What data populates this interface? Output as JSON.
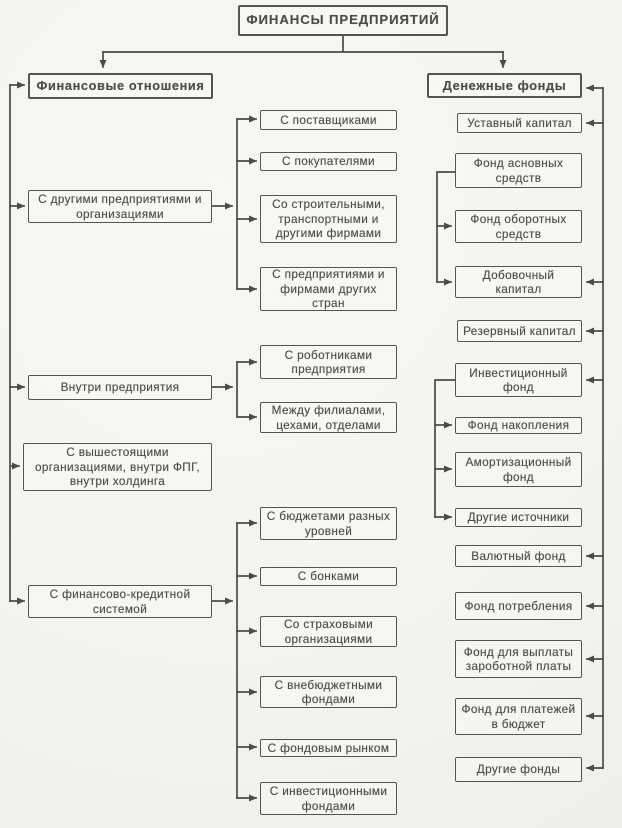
{
  "title": "ФИНАНСЫ ПРЕДПРИЯТИЙ",
  "relations": {
    "header": "Финансовые отношения",
    "groups": [
      {
        "label": "С другими предприятиями и организациями",
        "children": [
          "С поставщиками",
          "С покупателями",
          "Со строительными, транспортными и другими фирмами",
          "С предприятиями и фирмами других стран"
        ]
      },
      {
        "label": "Внутри предприятия",
        "children": [
          "С роботниками предприятия",
          "Между филиалами, цехами, отделами"
        ]
      },
      {
        "label": "С вышестоящими организациями, внутри ФПГ, внутри холдинга",
        "children": []
      },
      {
        "label": "С финансово-кредитной системой",
        "children": [
          "С бюджетами разных уровней",
          "С бонками",
          "Со страховыми организациями",
          "С внебюджетными фондами",
          "С фондовым рынком",
          "С инвестиционными фондами"
        ]
      }
    ]
  },
  "funds": {
    "header": "Денежные фонды",
    "items": [
      "Уставный капитал",
      "Фонд асновных средств",
      "Фонд оборотных средств",
      "Добовочный капитал",
      "Резервный капитал",
      "Инвестиционный фонд",
      "Фонд накопления",
      "Амортизационный фонд",
      "Другие источники",
      "Валютный фонд",
      "Фонд потребления",
      "Фонд для выплаты зароботной платы",
      "Фонд для платежей в бюджет",
      "Другие фонды"
    ]
  },
  "colors": {
    "line": "#4c4b45",
    "text": "#4d4c47",
    "paper": "#f6f5f1"
  }
}
